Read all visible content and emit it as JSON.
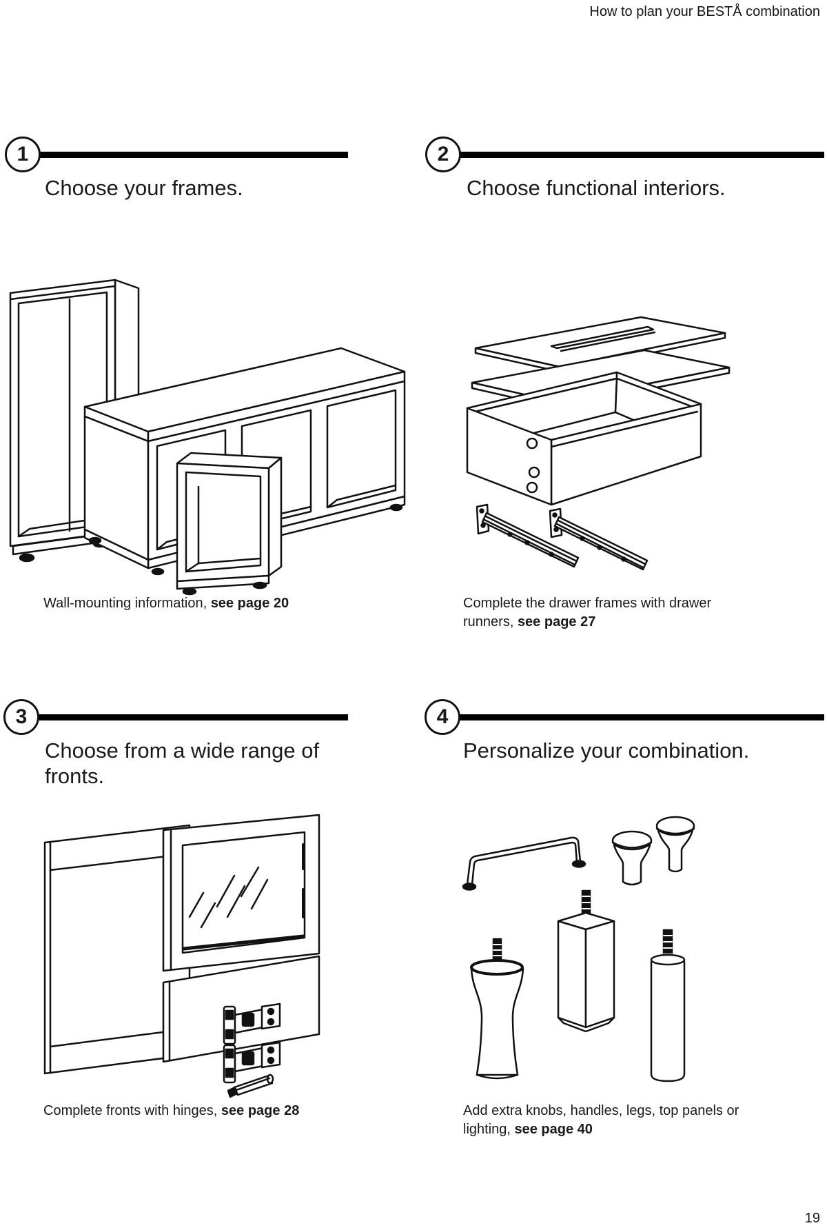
{
  "document": {
    "header_title": "How to plan your BESTÅ combination",
    "page_number": "19"
  },
  "colors": {
    "ink": "#1a1a1a",
    "rule": "#000000",
    "background": "#ffffff"
  },
  "steps": [
    {
      "number": "1",
      "title": "Choose your frames.",
      "caption": {
        "text": "Wall-mounting information, ",
        "bold": "see page 20"
      },
      "illustration": "besta-frame-units-line-art"
    },
    {
      "number": "2",
      "title": "Choose functional interiors.",
      "caption": {
        "text": "Complete the drawer frames with drawer runners, ",
        "bold": "see page 27"
      },
      "illustration": "drawer-frame-with-runners-line-art"
    },
    {
      "number": "3",
      "title": "Choose from a wide range of fronts.",
      "caption": {
        "text": "Complete fronts with hinges, ",
        "bold": "see page 28"
      },
      "illustration": "door-fronts-with-hinges-line-art"
    },
    {
      "number": "4",
      "title": "Personalize your combination.",
      "caption": {
        "text": "Add extra knobs, handles, legs, top panels or lighting, ",
        "bold": "see page 40"
      },
      "illustration": "knobs-handles-legs-line-art"
    }
  ]
}
